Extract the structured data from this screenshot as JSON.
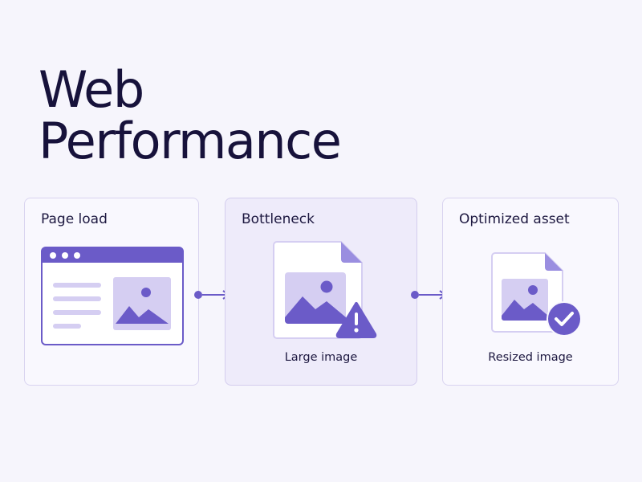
{
  "title": {
    "line1": "Web",
    "line2": "Performance"
  },
  "steps": [
    {
      "title": "Page load",
      "caption": ""
    },
    {
      "title": "Bottleneck",
      "caption": "Large image"
    },
    {
      "title": "Optimized asset",
      "caption": "Resized image"
    }
  ],
  "icons": {
    "step1": "browser-window-icon",
    "step2": "image-file-warning-icon",
    "step3": "image-file-check-icon"
  },
  "colors": {
    "accent": "#6b5bc8",
    "accent_light": "#d5cef2",
    "background": "#f6f5fc",
    "text": "#17123b"
  }
}
